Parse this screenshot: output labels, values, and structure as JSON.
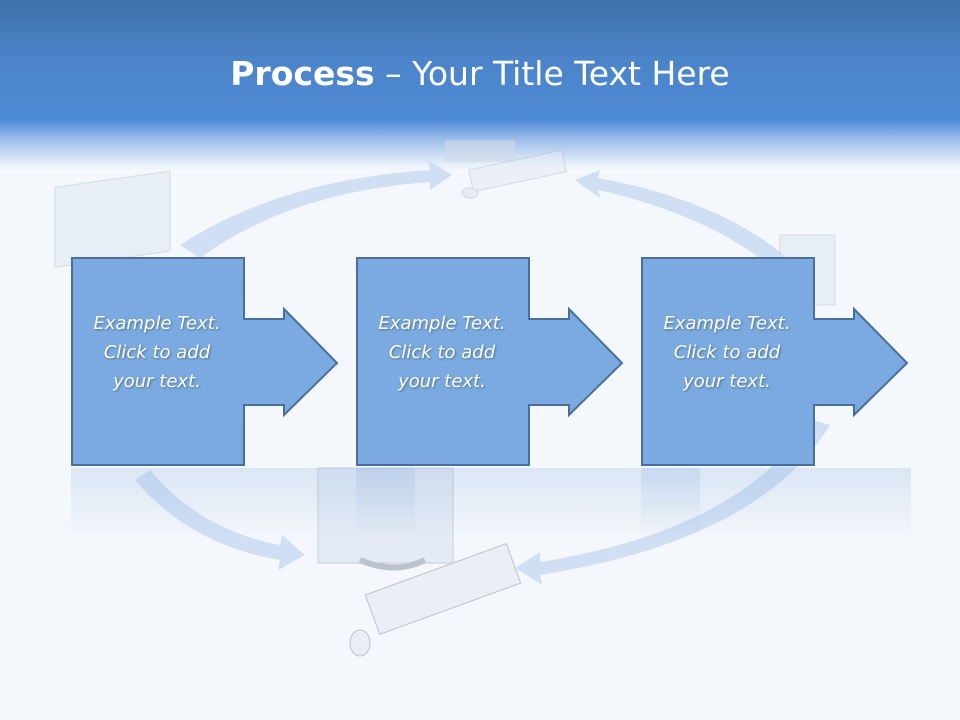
{
  "slide": {
    "title_bold": "Process",
    "title_rest": " – Your Title Text Here"
  },
  "steps": [
    {
      "text": "Example Text. Click  to add your text.",
      "line1": "Example Text.",
      "line2": "Click  to add",
      "line3": "your text."
    },
    {
      "text": "Example Text. Click  to add your text.",
      "line1": "Example Text.",
      "line2": "Click  to add",
      "line3": "your text."
    },
    {
      "text": "Example Text. Click  to add your text.",
      "line1": "Example Text.",
      "line2": "Click  to add",
      "line3": "your text."
    }
  ],
  "colors": {
    "header": "#4b84c9",
    "box_fill": "#7aa9df",
    "box_stroke": "#4a6f9c",
    "cycle_arrow": "#c7d9f1"
  }
}
